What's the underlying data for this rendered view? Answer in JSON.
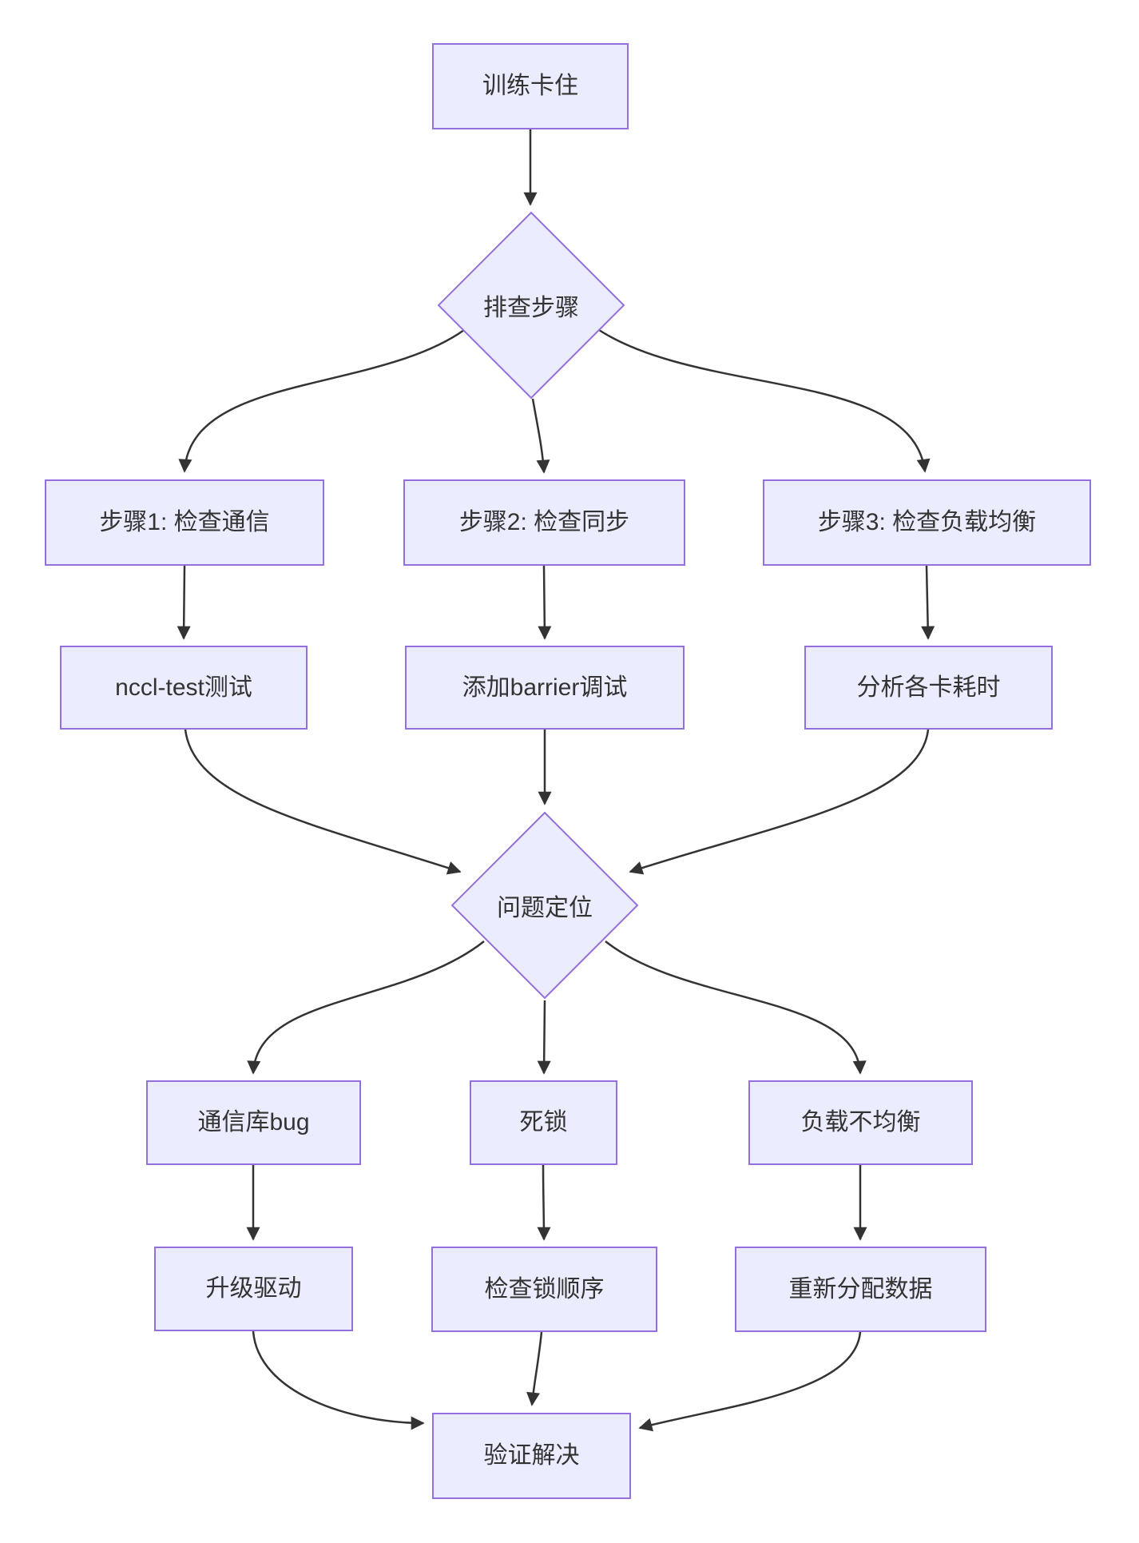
{
  "diagram": {
    "type": "flowchart",
    "direction": "top-down",
    "colors": {
      "node_fill": "#ECECFF",
      "node_border": "#9370DB",
      "edge_color": "#333333",
      "text_color": "#333333",
      "bg_color": "#ffffff"
    },
    "nodes": [
      {
        "id": "start",
        "type": "rect",
        "label": "训练卡住"
      },
      {
        "id": "troubleshoot",
        "type": "diamond",
        "label": "排查步骤"
      },
      {
        "id": "step1",
        "type": "rect",
        "label": "步骤1: 检查通信"
      },
      {
        "id": "step2",
        "type": "rect",
        "label": "步骤2: 检查同步"
      },
      {
        "id": "step3",
        "type": "rect",
        "label": "步骤3: 检查负载均衡"
      },
      {
        "id": "test1",
        "type": "rect",
        "label": "nccl-test测试"
      },
      {
        "id": "test2",
        "type": "rect",
        "label": "添加barrier调试"
      },
      {
        "id": "test3",
        "type": "rect",
        "label": "分析各卡耗时"
      },
      {
        "id": "locate",
        "type": "diamond",
        "label": "问题定位"
      },
      {
        "id": "cause1",
        "type": "rect",
        "label": "通信库bug"
      },
      {
        "id": "cause2",
        "type": "rect",
        "label": "死锁"
      },
      {
        "id": "cause3",
        "type": "rect",
        "label": "负载不均衡"
      },
      {
        "id": "fix1",
        "type": "rect",
        "label": "升级驱动"
      },
      {
        "id": "fix2",
        "type": "rect",
        "label": "检查锁顺序"
      },
      {
        "id": "fix3",
        "type": "rect",
        "label": "重新分配数据"
      },
      {
        "id": "verify",
        "type": "rect",
        "label": "验证解决"
      }
    ],
    "edges": [
      {
        "from": "start",
        "to": "troubleshoot"
      },
      {
        "from": "troubleshoot",
        "to": "step1"
      },
      {
        "from": "troubleshoot",
        "to": "step2"
      },
      {
        "from": "troubleshoot",
        "to": "step3"
      },
      {
        "from": "step1",
        "to": "test1"
      },
      {
        "from": "step2",
        "to": "test2"
      },
      {
        "from": "step3",
        "to": "test3"
      },
      {
        "from": "test1",
        "to": "locate"
      },
      {
        "from": "test2",
        "to": "locate"
      },
      {
        "from": "test3",
        "to": "locate"
      },
      {
        "from": "locate",
        "to": "cause1"
      },
      {
        "from": "locate",
        "to": "cause2"
      },
      {
        "from": "locate",
        "to": "cause3"
      },
      {
        "from": "cause1",
        "to": "fix1"
      },
      {
        "from": "cause2",
        "to": "fix2"
      },
      {
        "from": "cause3",
        "to": "fix3"
      },
      {
        "from": "fix1",
        "to": "verify"
      },
      {
        "from": "fix2",
        "to": "verify"
      },
      {
        "from": "fix3",
        "to": "verify"
      }
    ]
  }
}
